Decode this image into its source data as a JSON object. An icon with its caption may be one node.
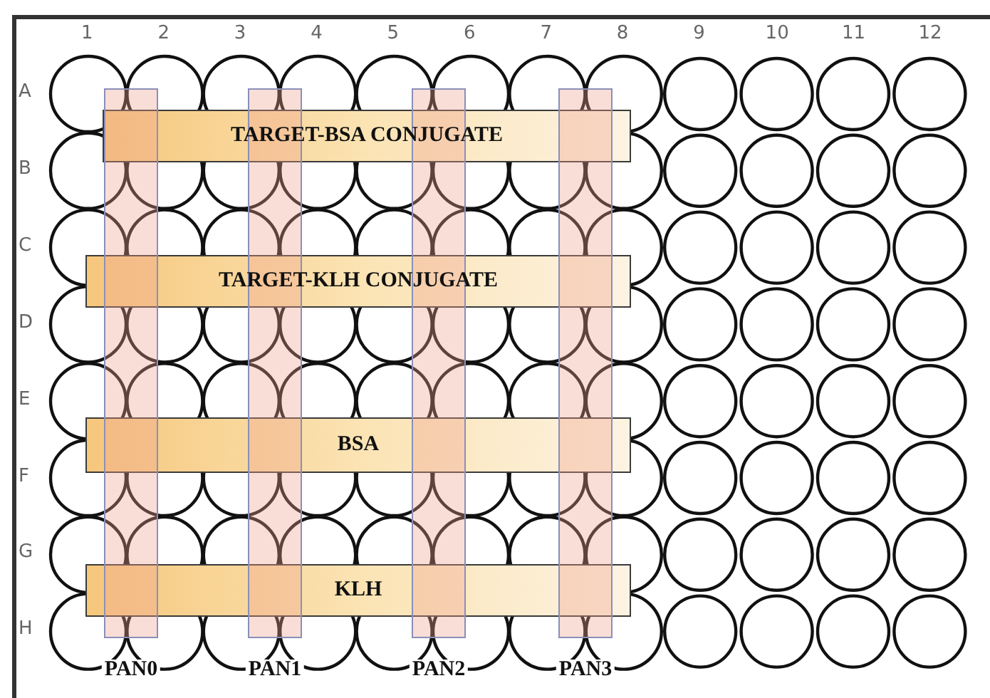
{
  "diagram": {
    "nodes": [
      {
        "text": [
          "TARGET-BSA CONJUGATE"
        ]
      },
      {
        "text": [
          "TARGET-KLH CONJUGATE"
        ]
      },
      {
        "text": [
          "BSA"
        ]
      },
      {
        "text": [
          "KLH"
        ]
      },
      {
        "text": [
          "PAN0"
        ]
      },
      {
        "text": [
          "PAN1"
        ]
      },
      {
        "text": [
          "PAN2"
        ]
      },
      {
        "text": [
          "PAN3"
        ]
      }
    ],
    "edges": [],
    "labels": [
      "1",
      "2",
      "3",
      "4",
      "5",
      "6",
      "7",
      "8",
      "9",
      "10",
      "11",
      "12",
      "A",
      "B",
      "C",
      "D",
      "E",
      "F",
      "G",
      "H"
    ]
  }
}
